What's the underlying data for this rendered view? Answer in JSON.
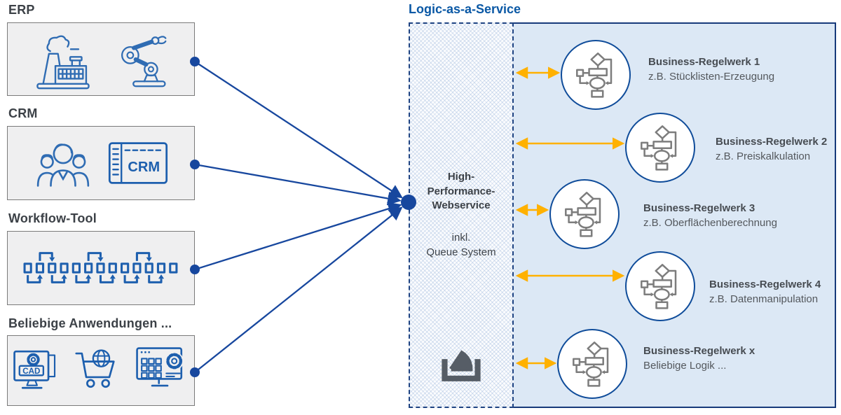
{
  "service": {
    "title": "Logic-as-a-Service",
    "webservice_title": "High-\nPerformance-\nWebservice",
    "webservice_subtitle": "inkl.\nQueue System"
  },
  "sources": [
    {
      "label": "ERP",
      "icons": [
        "factory-icon",
        "robot-arm-icon"
      ]
    },
    {
      "label": "CRM",
      "icons": [
        "people-group-icon",
        "crm-screen-icon"
      ],
      "screen_label": "CRM"
    },
    {
      "label": "Workflow-Tool",
      "icons": [
        "workflow-sequence-icon"
      ]
    },
    {
      "label": "Beliebige Anwendungen ...",
      "icons": [
        "cad-monitor-icon",
        "cart-globe-icon",
        "app-settings-monitor-icon"
      ],
      "badge_label": "CAD"
    }
  ],
  "rules": [
    {
      "title": "Business-Regelwerk 1",
      "subtitle": "z.B. Stücklisten-Erzeugung"
    },
    {
      "title": "Business-Regelwerk 2",
      "subtitle": "z.B. Preiskalkulation"
    },
    {
      "title": "Business-Regelwerk 3",
      "subtitle": "z.B. Oberflächenberechnung"
    },
    {
      "title": "Business-Regelwerk 4",
      "subtitle": "z.B. Datenmanipulation"
    },
    {
      "title": "Business-Regelwerk x",
      "subtitle": "Beliebige Logik ..."
    }
  ],
  "colors": {
    "accent_blue": "#0a58a5",
    "connector_blue": "#17479e",
    "arrow_orange": "#ffb100",
    "panel_fill": "#dce8f5",
    "panel_border": "#173a7a",
    "source_box_fill": "#efeff0",
    "source_box_border": "#7a7a7a",
    "icon_blue": "#2f6cb3",
    "flowchart_gray": "#7d7d7d",
    "stack_gray": "#565d66"
  }
}
